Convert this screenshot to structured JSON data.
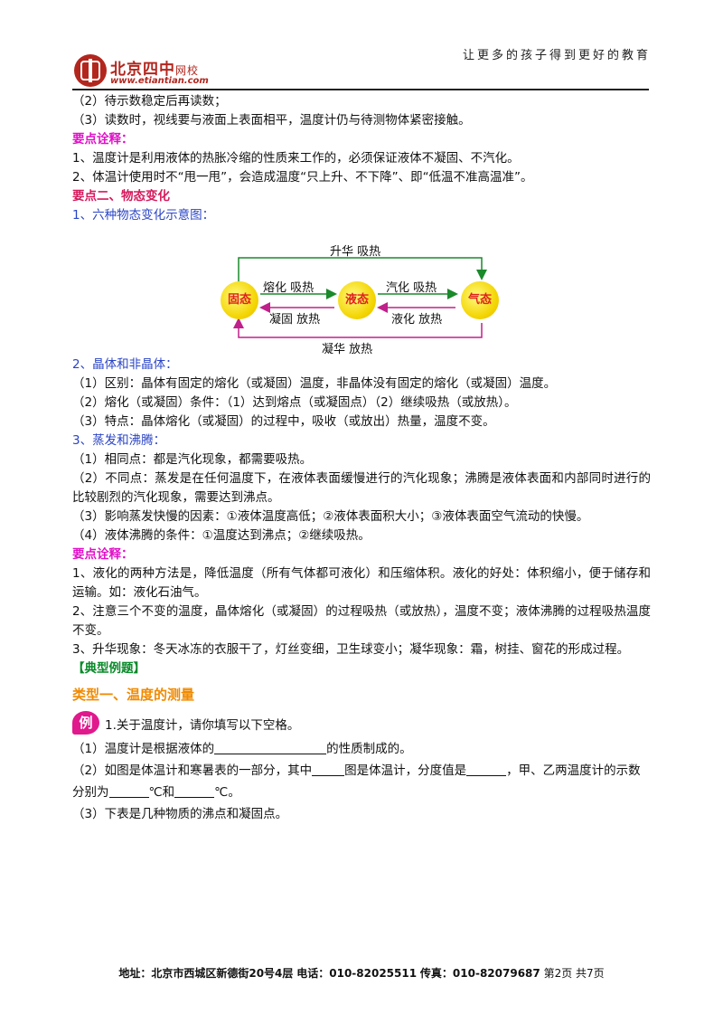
{
  "header": {
    "logo_name": "北京四中",
    "logo_sub": "网校",
    "logo_url": "www.etiantian.com",
    "slogan": "让更多的孩子得到更好的教育"
  },
  "lines": {
    "l1": "（2）待示数稳定后再读数；",
    "l2": "（3）读数时，视线要与液面上表面相平，温度计仍与待测物体紧密接触。",
    "key1": "要点诠释：",
    "l3": "1、温度计是利用液体的热胀冷缩的性质来工作的，必须保证液体不凝固、不汽化。",
    "l4": "2、体温计使用时不“甩一甩”，会造成温度“只上升、不下降”、即“低温不准高温准”。",
    "section2": "要点二、物态变化",
    "sub1": "1、六种物态变化示意图：",
    "sub2": "2、晶体和非晶体：",
    "c1": "（1）区别：晶体有固定的熔化（或凝固）温度，非晶体没有固定的熔化（或凝固）温度。",
    "c2": "（2）熔化（或凝固）条件：（1）达到熔点（或凝固点）（2）继续吸热（或放热）。",
    "c3": "（3）特点：晶体熔化（或凝固）的过程中，吸收（或放出）热量，温度不变。",
    "sub3": "3、蒸发和沸腾：",
    "e1": "（1）相同点：都是汽化现象，都需要吸热。",
    "e2": "（2）不同点：蒸发是在任何温度下，在液体表面缓慢进行的汽化现象；沸腾是液体表面和内部同时进行的比较剧烈的汽化现象，需要达到沸点。",
    "e3": "（3）影响蒸发快慢的因素：①液体温度高低；②液体表面积大小；③液体表面空气流动的快慢。",
    "e4": "（4）液体沸腾的条件：①温度达到沸点；②继续吸热。",
    "key2": "要点诠释：",
    "k1": "1、液化的两种方法是，降低温度（所有气体都可液化）和压缩体积。液化的好处：体积缩小，便于储存和运输。如：液化石油气。",
    "k2": "2、注意三个不变的温度，晶体熔化（或凝固）的过程吸热（或放热），温度不变；液体沸腾的过程吸热温度不变。",
    "k3": "3、升华现象：冬天冰冻的衣服干了，灯丝变细，卫生球变小；凝华现象：霜，树挂、窗花的形成过程。",
    "typical": "【典型例题】",
    "type1": "类型一、温度的测量",
    "example_badge": "例",
    "q_intro": "1.关于温度计，请你填写以下空格。",
    "q1_a": "（1）温度计是根据液体的",
    "q1_b": "的性质制成的。",
    "q2_a": "（2）如图是体温计和寒暑表的一部分，其中",
    "q2_b": "图是体温计，分度值是",
    "q2_c": "，甲、乙两温度计的示数",
    "q2_d": "分别为",
    "q2_e": "℃和",
    "q2_f": "℃。",
    "q3": "（3）下表是几种物质的沸点和凝固点。"
  },
  "diagram": {
    "solid": "固态",
    "liquid": "液态",
    "gas": "气态",
    "sublimation": "升华  吸热",
    "melting": "熔化  吸热",
    "solidification": "凝固  放热",
    "vaporization": "汽化  吸热",
    "liquefaction": "液化  放热",
    "deposition": "凝华  放热"
  },
  "footer": {
    "address_label": "地址：",
    "address": "北京市西城区新德街20号4层",
    "phone_label": "电话：",
    "phone": "010-82025511",
    "fax_label": "传真：",
    "fax": "010-82079687",
    "page": "第2页  共7页"
  }
}
